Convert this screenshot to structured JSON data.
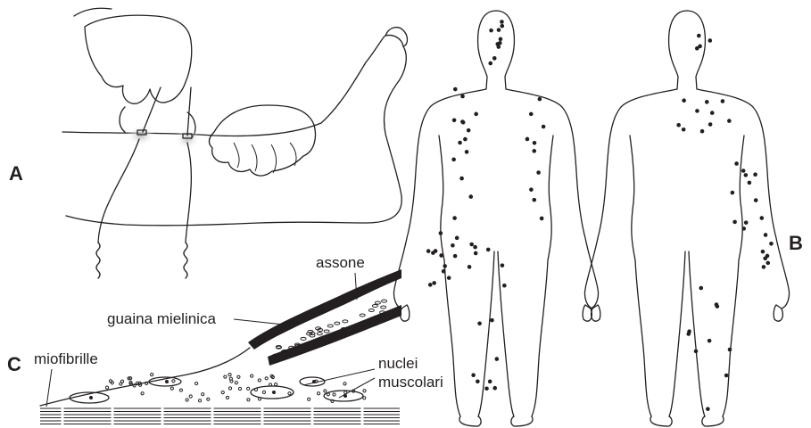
{
  "panels": {
    "a": "A",
    "b": "B",
    "c": "C"
  },
  "labels": {
    "assone": "assone",
    "guaina": "guaina mielinica",
    "miofibrille": "miofibrille",
    "nuclei_line1": "nuclei",
    "nuclei_line2": "muscolari"
  },
  "colors": {
    "ink": "#231f20",
    "electrode_glow": "#d8d8d8",
    "background": "#ffffff"
  }
}
